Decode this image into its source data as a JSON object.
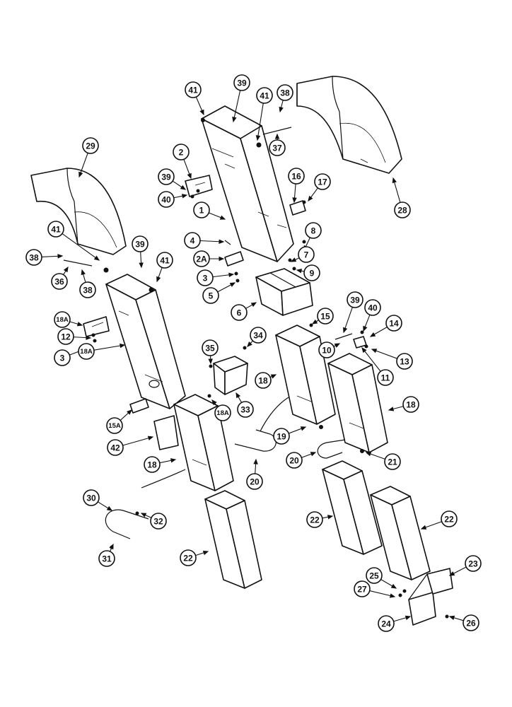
{
  "callouts": [
    {
      "label": "41"
    },
    {
      "label": "39"
    },
    {
      "label": "41"
    },
    {
      "label": "38"
    },
    {
      "label": "37"
    },
    {
      "label": "2"
    },
    {
      "label": "39"
    },
    {
      "label": "40"
    },
    {
      "label": "16"
    },
    {
      "label": "17"
    },
    {
      "label": "29"
    },
    {
      "label": "1"
    },
    {
      "label": "28"
    },
    {
      "label": "41"
    },
    {
      "label": "38"
    },
    {
      "label": "36"
    },
    {
      "label": "38"
    },
    {
      "label": "39"
    },
    {
      "label": "41"
    },
    {
      "label": "4"
    },
    {
      "label": "2A"
    },
    {
      "label": "3"
    },
    {
      "label": "5"
    },
    {
      "label": "8"
    },
    {
      "label": "7"
    },
    {
      "label": "9"
    },
    {
      "label": "6"
    },
    {
      "label": "15"
    },
    {
      "label": "39"
    },
    {
      "label": "40"
    },
    {
      "label": "14"
    },
    {
      "label": "18A"
    },
    {
      "label": "12"
    },
    {
      "label": "3"
    },
    {
      "label": "18A"
    },
    {
      "label": "34"
    },
    {
      "label": "35"
    },
    {
      "label": "18"
    },
    {
      "label": "10"
    },
    {
      "label": "13"
    },
    {
      "label": "11"
    },
    {
      "label": "18A"
    },
    {
      "label": "33"
    },
    {
      "label": "18"
    },
    {
      "label": "15A"
    },
    {
      "label": "19"
    },
    {
      "label": "42"
    },
    {
      "label": "21"
    },
    {
      "label": "18"
    },
    {
      "label": "20"
    },
    {
      "label": "20"
    },
    {
      "label": "30"
    },
    {
      "label": "32"
    },
    {
      "label": "22"
    },
    {
      "label": "22"
    },
    {
      "label": "31"
    },
    {
      "label": "22"
    },
    {
      "label": "23"
    },
    {
      "label": "25"
    },
    {
      "label": "27"
    },
    {
      "label": "24"
    },
    {
      "label": "26"
    }
  ]
}
